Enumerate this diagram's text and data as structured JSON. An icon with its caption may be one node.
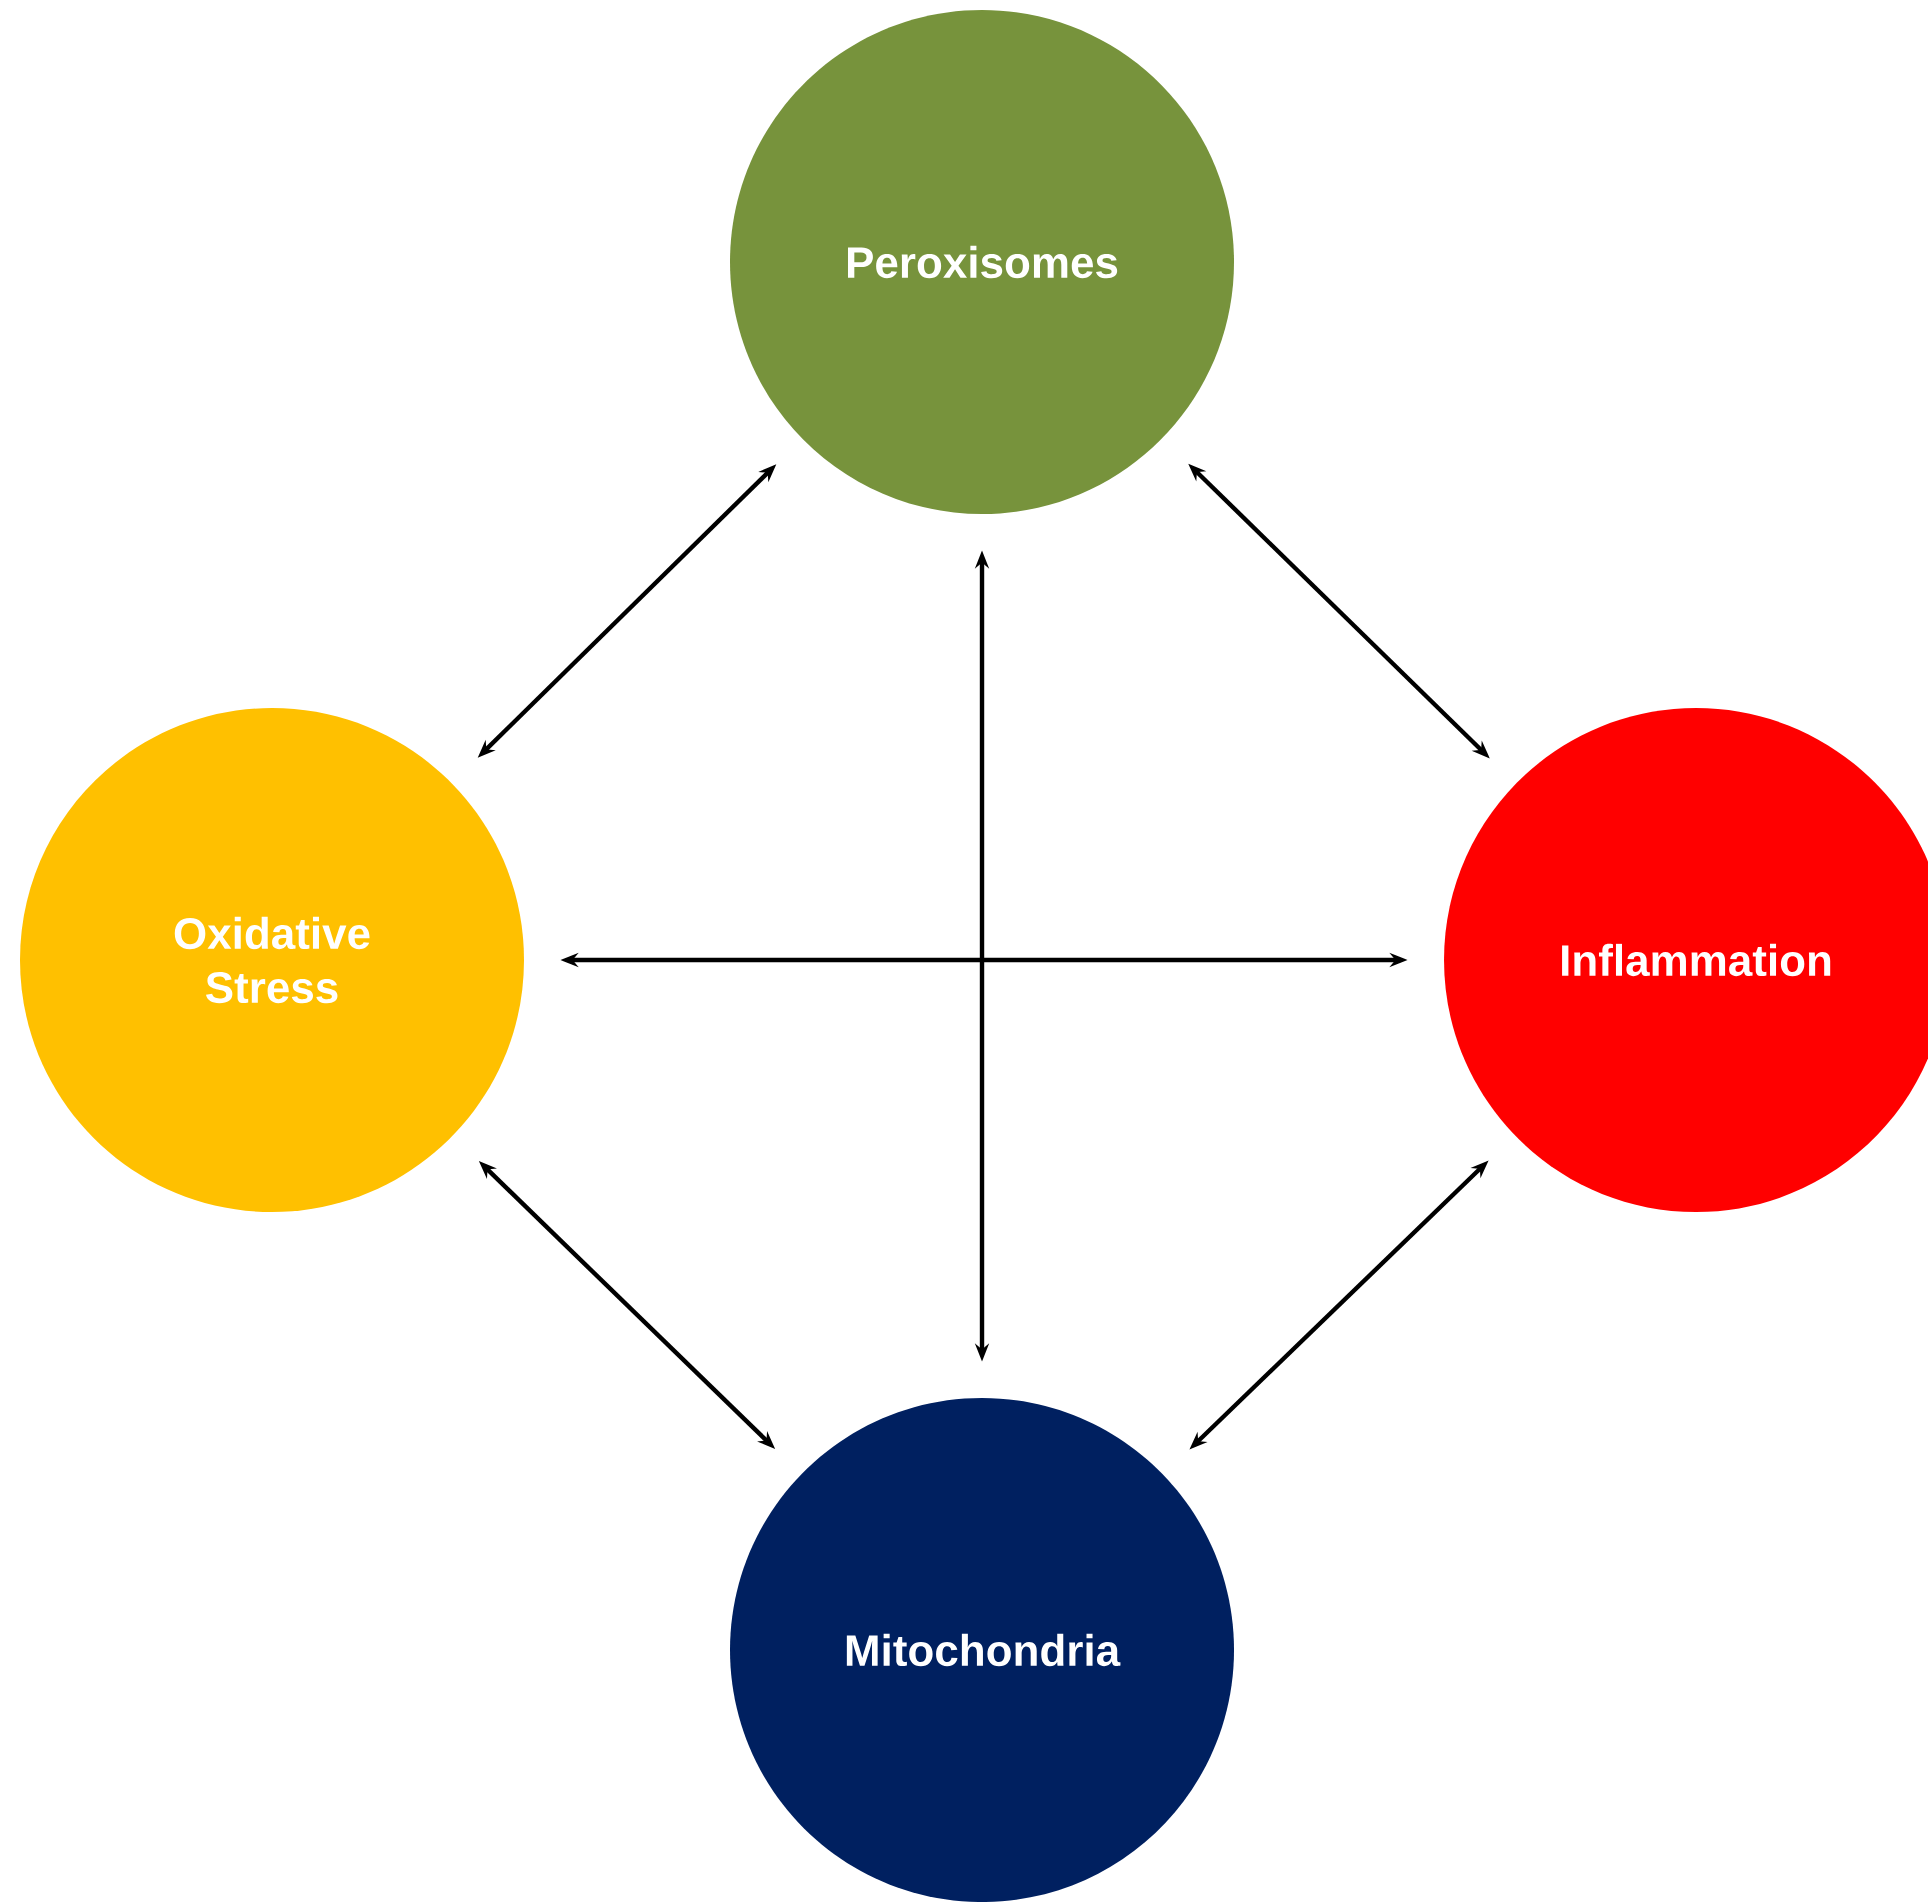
{
  "diagram": {
    "nodes": [
      {
        "text": [
          "Peroxisomes"
        ]
      },
      {
        "text": [
          "Oxidative Stress"
        ]
      },
      {
        "text": [
          "Inflammation"
        ]
      },
      {
        "text": [
          "Mitochondria"
        ]
      }
    ],
    "edges": [
      {
        "from": 0,
        "to": 1,
        "arrow": "both"
      },
      {
        "from": 0,
        "to": 2,
        "arrow": "both"
      },
      {
        "from": 0,
        "to": 3,
        "arrow": "both"
      },
      {
        "from": 1,
        "to": 2,
        "arrow": "both"
      },
      {
        "from": 1,
        "to": 3,
        "arrow": "both"
      },
      {
        "from": 2,
        "to": 3,
        "arrow": "both"
      }
    ]
  }
}
